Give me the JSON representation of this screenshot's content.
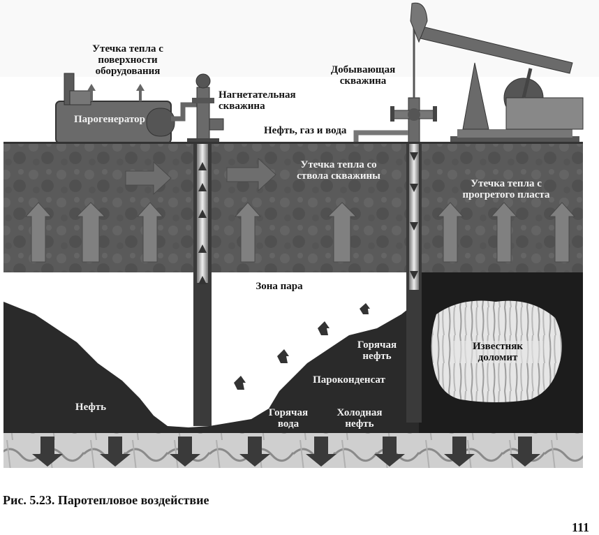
{
  "labels": {
    "surface_heat_loss": "Утечка тепла с\nповерхности\nоборудования",
    "steam_generator": "Парогенератор",
    "injection_well": "Нагнетательная\nскважина",
    "production_well": "Добывающая\nскважина",
    "oil_gas_water": "Нефть, газ и вода",
    "wellbore_heat_loss": "Утечка тепла со\nствола скважины",
    "formation_heat_loss": "Утечка тепла с\nпрогретого пласта",
    "steam_zone": "Зона пара",
    "hot_oil": "Горячая\nнефть",
    "steam_condensate": "Пароконденсат",
    "oil": "Нефть",
    "hot_water": "Горячая\nвода",
    "cold_oil": "Холодная\nнефть",
    "limestone_dolomite": "Известняк\nдоломит"
  },
  "caption": "Рис. 5.23. Паротепловое воздействие",
  "page_number": "111",
  "icons": [
    "pump-jack-icon",
    "steam-generator-icon",
    "wellhead-icon",
    "heat-arrow-icon",
    "flow-arrow-icon"
  ]
}
